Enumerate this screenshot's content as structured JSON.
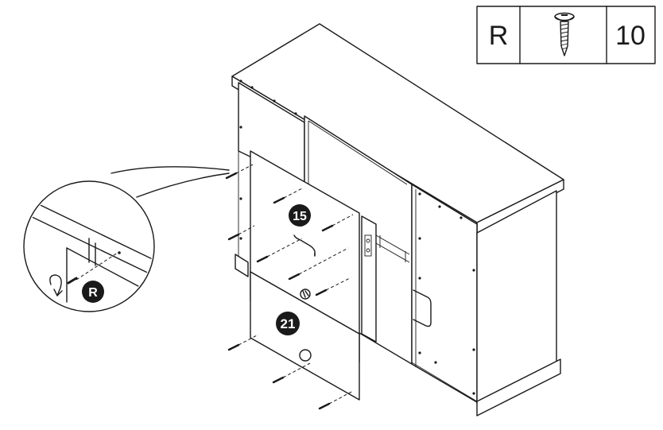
{
  "hardware_table": {
    "part_letter": "R",
    "icon": "screw-icon",
    "quantity": "10"
  },
  "callouts": {
    "panel_upper": "15",
    "panel_lower": "21",
    "detail_screw": "R"
  },
  "colors": {
    "line": "#1a1a1a",
    "badge_fill": "#1a1a1a",
    "badge_text": "#ffffff",
    "background": "#ffffff"
  }
}
